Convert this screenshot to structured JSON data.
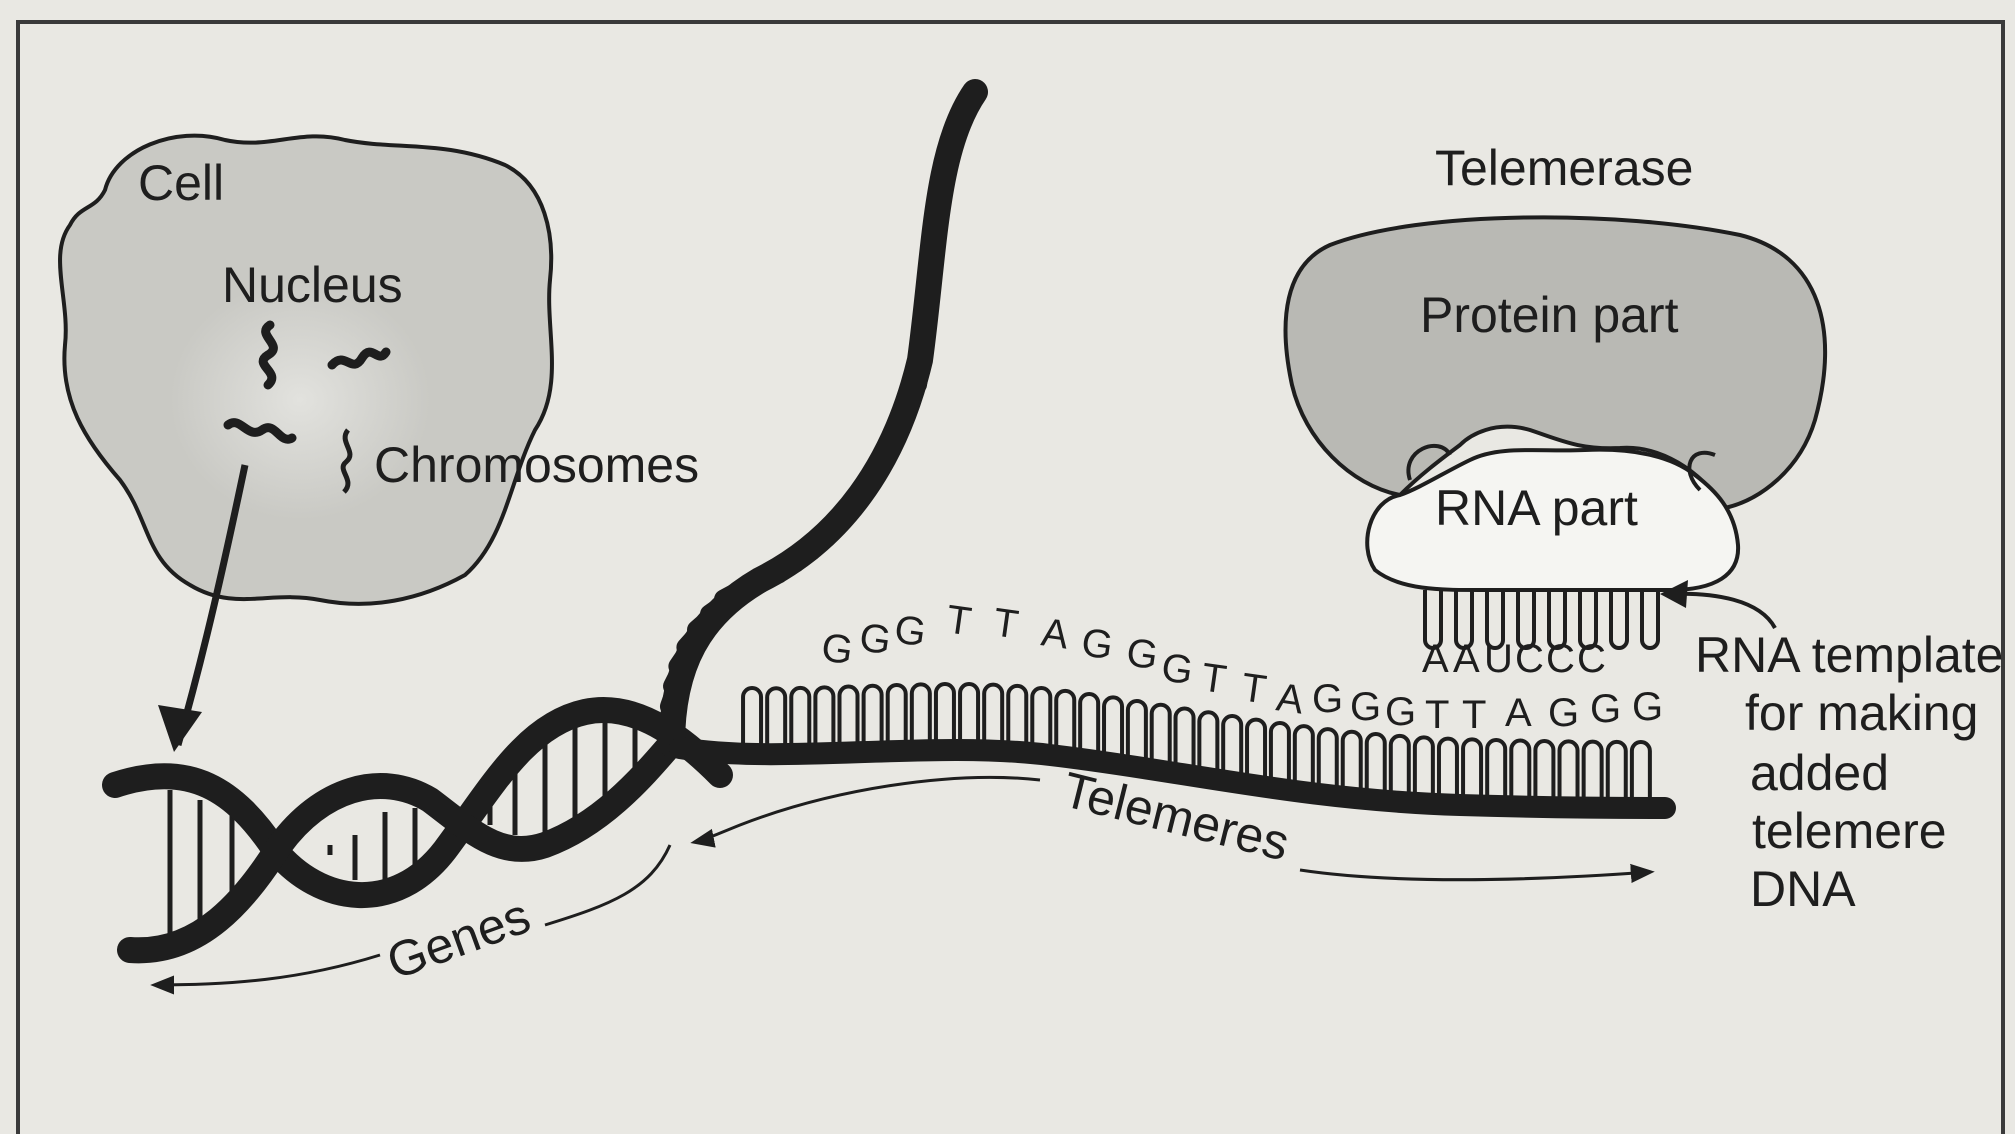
{
  "labels": {
    "cell": "Cell",
    "nucleus": "Nucleus",
    "chromosomes": "Chromosomes",
    "telemerase": "Telemerase",
    "protein_part": "Protein part",
    "rna_part": "RNA part",
    "template_sequence": "AAUCCC",
    "rna_template_lines": [
      "RNA template",
      "for making",
      "added",
      "telemere",
      "DNA"
    ],
    "dna_sequence": "GGGTTAGGGTTAGGGTTAGGG",
    "telemeres": "Telemeres",
    "genes": "Genes"
  },
  "colors": {
    "background": "#e9e8e3",
    "cell_fill": "#c9c9c4",
    "protein_fill": "#b9b9b4",
    "ink": "#1e1e1e"
  }
}
